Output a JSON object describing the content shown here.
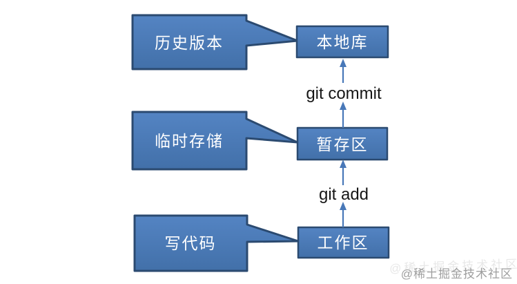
{
  "diagram": {
    "callouts": [
      {
        "label": "历史版本",
        "points_to": "本地库"
      },
      {
        "label": "临时存储",
        "points_to": "暂存区"
      },
      {
        "label": "写代码",
        "points_to": "工作区"
      }
    ],
    "nodes": [
      {
        "label": "本地库"
      },
      {
        "label": "暂存区"
      },
      {
        "label": "工作区"
      }
    ],
    "edges": [
      {
        "label": "git commit",
        "from": "暂存区",
        "to": "本地库",
        "direction": "up"
      },
      {
        "label": "git add",
        "from": "工作区",
        "to": "暂存区",
        "direction": "up"
      }
    ],
    "colors": {
      "shape_fill_top": "#5484c3",
      "shape_fill_bottom": "#4270a9",
      "shape_border": "#2b4a70",
      "shape_text": "#ffffff",
      "arrow": "#4878b8",
      "edge_label_text": "#161616",
      "watermark": "#9e9e9e",
      "background": "#ffffff"
    }
  },
  "watermark": {
    "text": "@稀土掘金技术社区"
  }
}
